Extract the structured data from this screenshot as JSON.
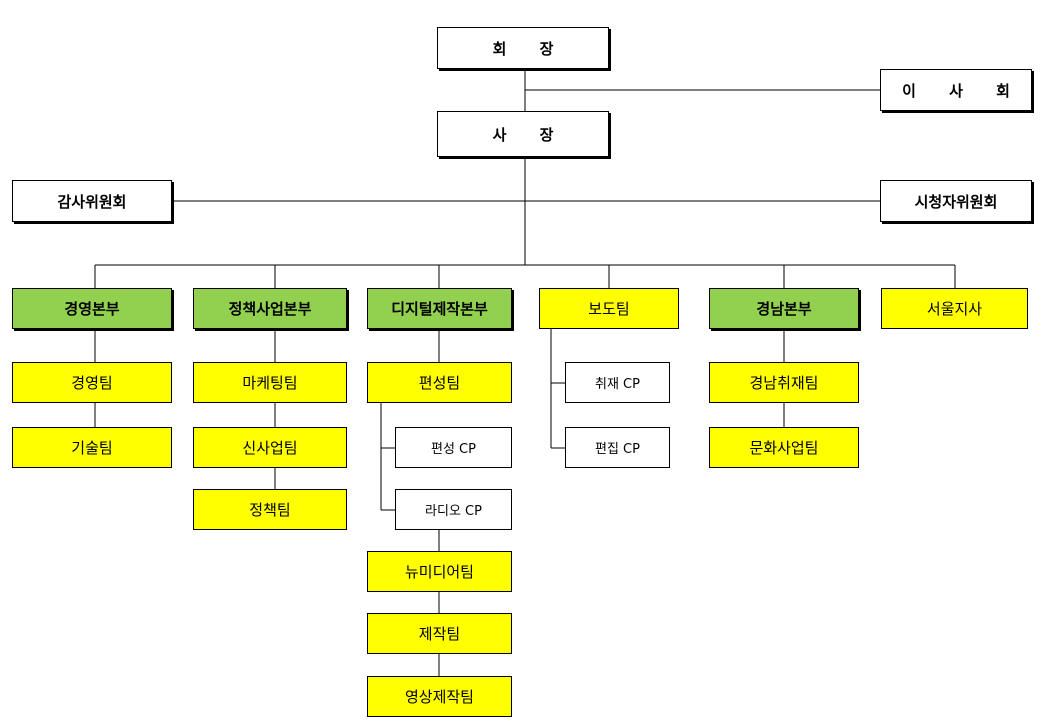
{
  "top": {
    "chairman": "회 장",
    "board": "이 사 회",
    "president": "사 장",
    "audit": "감사위원회",
    "viewers": "시청자위원회"
  },
  "divisions": {
    "management": {
      "name": "경영본부",
      "teams": [
        "경영팀",
        "기술팀"
      ]
    },
    "policy": {
      "name": "정책사업본부",
      "teams": [
        "마케팅팀",
        "신사업팀",
        "정책팀"
      ]
    },
    "digital": {
      "name": "디지털제작본부",
      "teams": [
        "편성팀",
        "뉴미디어팀",
        "제작팀",
        "영상제작팀"
      ],
      "cps": [
        "편성 CP",
        "라디오 CP"
      ]
    },
    "news": {
      "name": "보도팀",
      "cps": [
        "취재 CP",
        "편집 CP"
      ]
    },
    "gyeongnam": {
      "name": "경남본부",
      "teams": [
        "경남취재팀",
        "문화사업팀"
      ]
    },
    "seoul": {
      "name": "서울지사"
    }
  }
}
